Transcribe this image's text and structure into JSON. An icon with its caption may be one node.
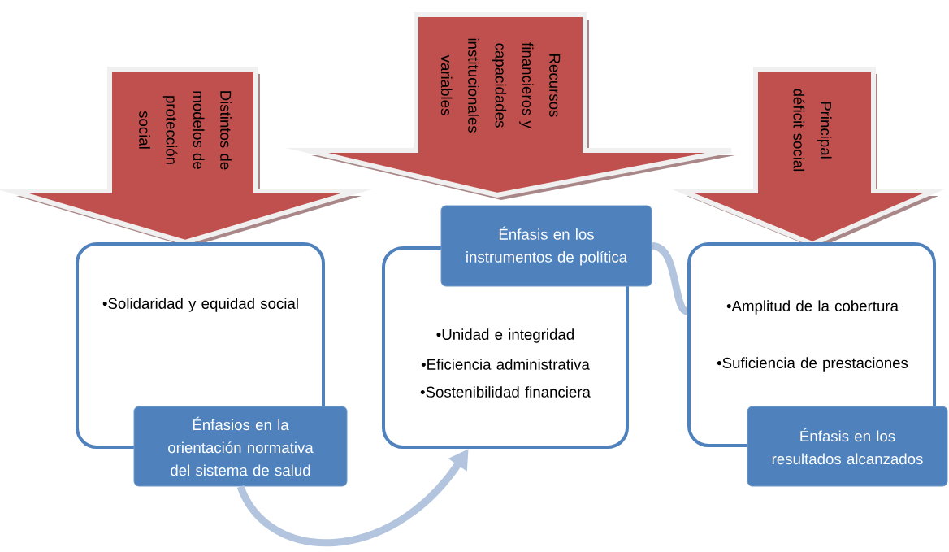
{
  "diagram": {
    "nodes": [
      {
        "text": [
          "Distintos de modelos de protección social"
        ]
      },
      {
        "text": [
          "•Solidaridad y equidad social"
        ]
      },
      {
        "text": [
          "Énfasios en la orientación normativa del sistema de salud"
        ]
      },
      {
        "text": [
          "Recursos financieros y capacidades institucionales variables"
        ]
      },
      {
        "text": [
          "•Unidad e integridad",
          "•Eficiencia administrativa",
          "•Sostenibilidad financiera"
        ]
      },
      {
        "text": [
          "Énfasis en los instrumentos de política"
        ]
      },
      {
        "text": [
          "Principal déficit social"
        ]
      },
      {
        "text": [
          "•Amplitud de la cobertura",
          "•Suficiencia de prestaciones"
        ]
      },
      {
        "text": [
          "Énfasis en los resultados alcanzados"
        ]
      }
    ],
    "edges": [
      {
        "from": 2,
        "to": 4,
        "arrow": "to"
      },
      {
        "from": 5,
        "to": 7,
        "arrow": "none"
      }
    ]
  }
}
